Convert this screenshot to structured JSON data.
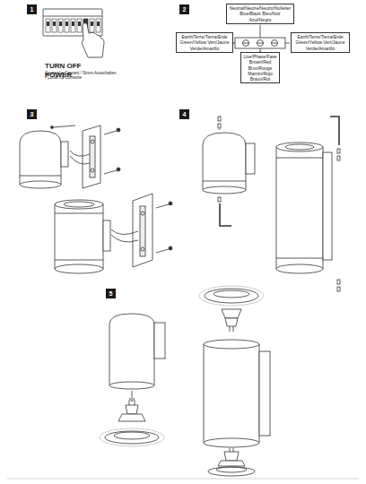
{
  "diagram": {
    "nodes": [
      {
        "text": [
          "1"
        ]
      },
      {
        "text": [
          "2"
        ]
      },
      {
        "text": [
          "Neutral/Neutre/Neutro/Nulleiter Blue/Black Bleu/Noir Azul/Negro"
        ]
      },
      {
        "text": [
          "Earth/Terre/Tierra/Erde Green/Yellow Vert/Jaune Verde/Amarillo"
        ]
      },
      {
        "text": [
          "Earth/Terre/Tierra/Erde Green/Yellow Vert/Jaune Verde/Amarillo"
        ]
      },
      {
        "text": [
          "Live/Phase/Fase Brown/Red Brun/Rouge Marrón/Rojo Braun/Rot"
        ]
      },
      {
        "text": [
          "3"
        ]
      },
      {
        "text": [
          "4"
        ]
      },
      {
        "text": [
          "5"
        ]
      }
    ],
    "labels": [
      "TURN OFF POWER",
      "Couper Le Courant / Strom Ausschalten / Cortar La Corriente"
    ]
  }
}
